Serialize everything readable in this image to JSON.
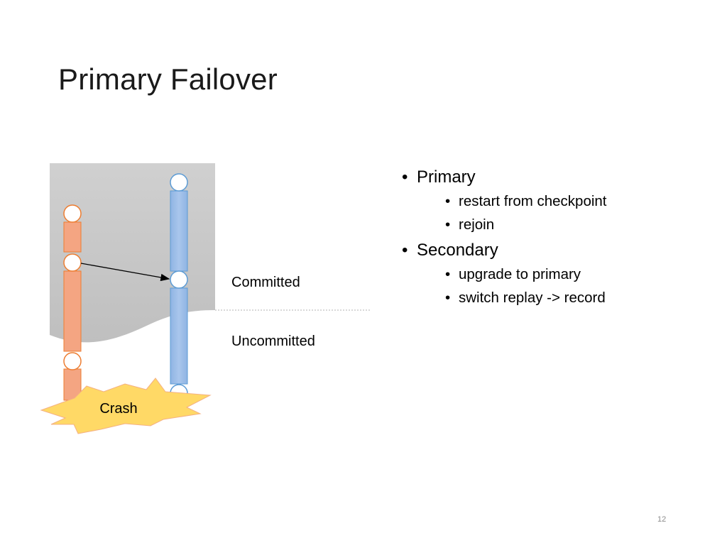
{
  "slide": {
    "title": "Primary Failover",
    "number": "12"
  },
  "diagram": {
    "labels": {
      "committed": "Committed",
      "uncommitted": "Uncommitted",
      "crash": "Crash"
    },
    "colors": {
      "primary_fill": "#f4a582",
      "primary_stroke": "#ed7d31",
      "secondary_fill": "#9dc3e6",
      "secondary_stroke": "#5b9bd5",
      "committed_region": "#c8c8c8",
      "crash_fill": "#ffd966",
      "crash_stroke": "#f4b183"
    }
  },
  "bullets": [
    {
      "label": "Primary",
      "children": [
        "restart from checkpoint",
        "rejoin"
      ]
    },
    {
      "label": "Secondary",
      "children": [
        "upgrade to primary",
        "switch replay -> record"
      ]
    }
  ]
}
